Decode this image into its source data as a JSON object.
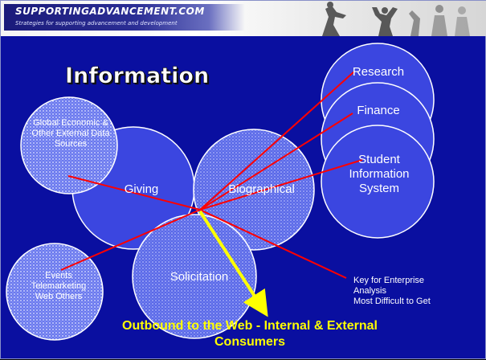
{
  "header": {
    "brand_name": "SUPPORTINGADVANCEMENT.COM",
    "brand_tagline": "Strategies for supporting advancement and development"
  },
  "slide": {
    "title": "Information"
  },
  "circles": {
    "global_data": "Global Economic & Other External Data Sources",
    "giving": "Giving",
    "biographical": "Biographical",
    "solicitation": "Solicitation",
    "events": "Events Telemarketing Web Others",
    "research": "Research",
    "finance": "Finance",
    "student_info": "Student Information System"
  },
  "annotations": {
    "key_line1": "Key for Enterprise",
    "key_line2": "Analysis",
    "key_line3": "Most Difficult to Get",
    "outbound_line1": "Outbound to the Web - Internal & External",
    "outbound_line2": "Consumers"
  },
  "colors": {
    "background": "#0a0fa0",
    "circle_fill": "#3b46e0",
    "connector_red": "#ff0000",
    "outbound_arrow": "#ffff00",
    "outbound_text": "#ffff00"
  },
  "icons": {
    "header_art": "athletes-silhouette-icon"
  }
}
